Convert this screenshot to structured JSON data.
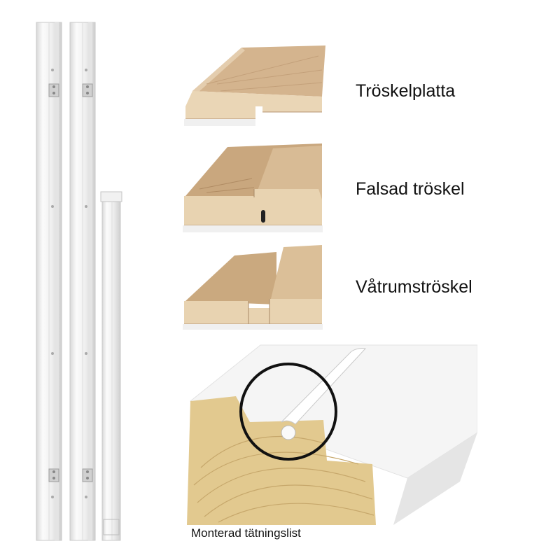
{
  "labels": {
    "threshold_plate": "Tröskelplatta",
    "rebated_threshold": "Falsad tröskel",
    "wet_room_threshold": "Våtrumströskel",
    "mounted_seal": "Monterad tätningslist"
  },
  "colors": {
    "frame_white": "#f3f3f3",
    "oak_light": "#d9bc97",
    "oak_dark": "#b99872",
    "pine": "#e3cd92",
    "circle": "#111111"
  }
}
